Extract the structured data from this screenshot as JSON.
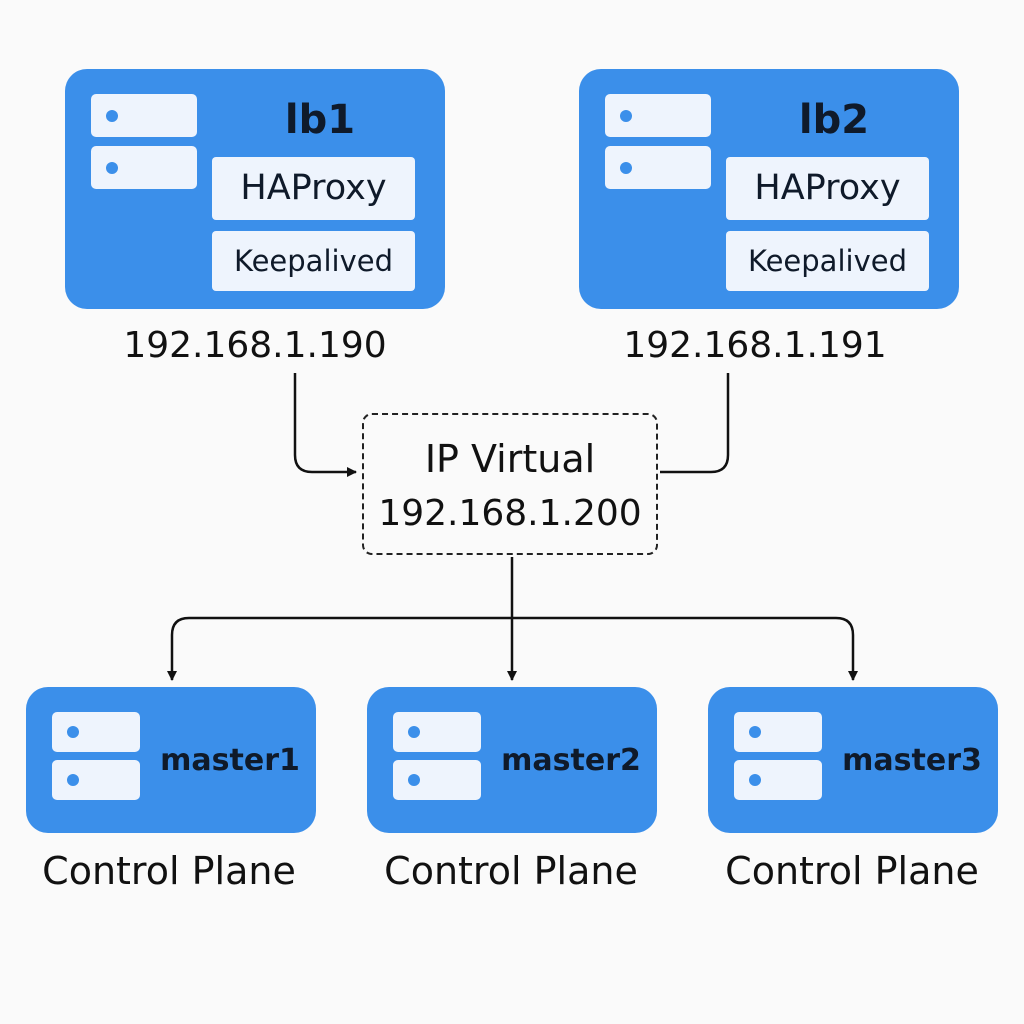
{
  "load_balancers": [
    {
      "name": "lb1",
      "services": [
        "HAProxy",
        "Keepalived"
      ],
      "ip": "192.168.1.190"
    },
    {
      "name": "lb2",
      "services": [
        "HAProxy",
        "Keepalived"
      ],
      "ip": "192.168.1.191"
    }
  ],
  "virtual_ip": {
    "title": "IP Virtual",
    "ip": "192.168.1.200"
  },
  "masters": [
    {
      "name": "master1",
      "role": "Control Plane"
    },
    {
      "name": "master2",
      "role": "Control Plane"
    },
    {
      "name": "master3",
      "role": "Control Plane"
    }
  ],
  "colors": {
    "node_fill": "#3b8fea",
    "slot_fill": "#eef4fd",
    "connector": "#111111"
  },
  "icons": {
    "server_icon": "server-rack-icon"
  }
}
